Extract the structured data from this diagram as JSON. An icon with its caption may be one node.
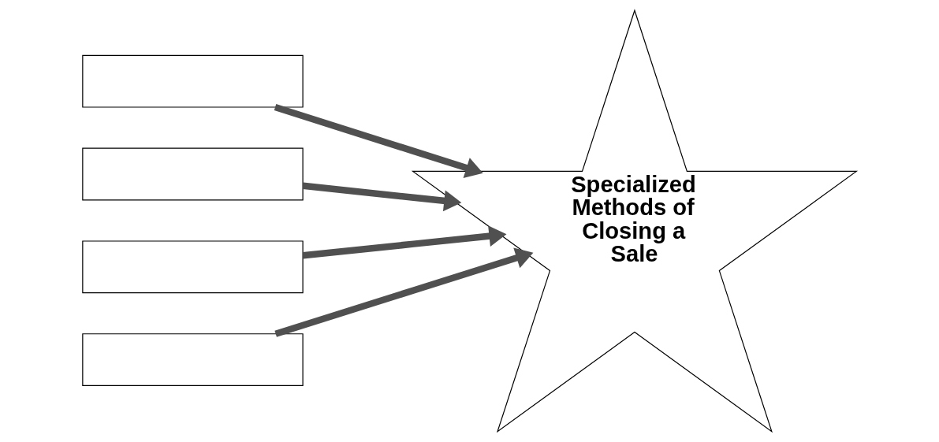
{
  "diagram": {
    "nodes": [
      {
        "text": [],
        "shape": "box"
      },
      {
        "text": [],
        "shape": "box"
      },
      {
        "text": [],
        "shape": "box"
      },
      {
        "text": [],
        "shape": "box"
      },
      {
        "text": [
          "Specialized Methods of Closing a Sale"
        ]
      }
    ],
    "edges": [
      {
        "from": 0,
        "to": 4,
        "arrow": "to"
      },
      {
        "from": 1,
        "to": 4,
        "arrow": "to"
      },
      {
        "from": 2,
        "to": 4,
        "arrow": "to"
      },
      {
        "from": 3,
        "to": 4,
        "arrow": "to"
      }
    ]
  }
}
